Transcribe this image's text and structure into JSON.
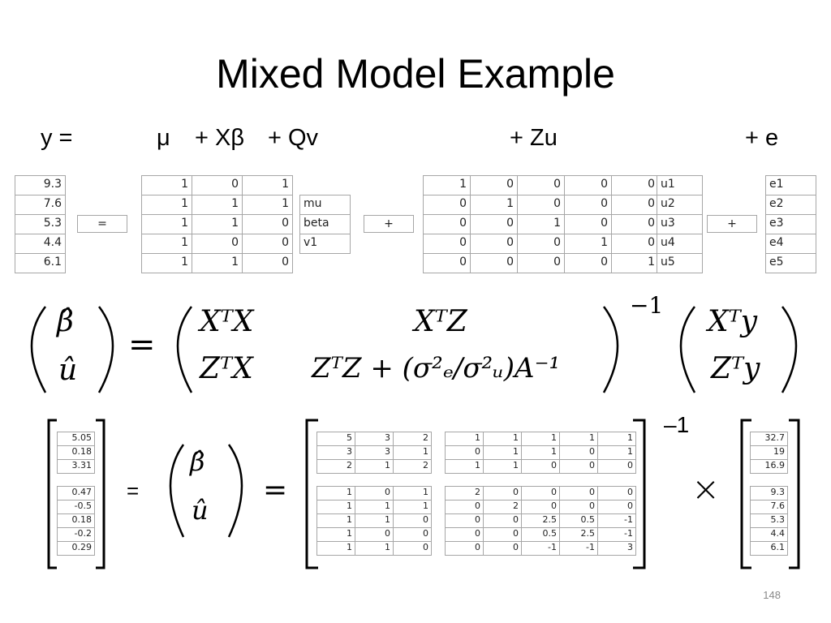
{
  "slide": {
    "title": "Mixed Model Example",
    "page_number": "148"
  },
  "model_equation": {
    "y": "y =",
    "mu": "μ",
    "xb": "+ Xβ",
    "qv": "+ Qv",
    "zu": "+ Zu",
    "e": "+ e"
  },
  "top_row": {
    "y": [
      "9.3",
      "7.6",
      "5.3",
      "4.4",
      "6.1"
    ],
    "eq_sign": "=",
    "X": [
      [
        "1",
        "0",
        "1"
      ],
      [
        "1",
        "1",
        "1"
      ],
      [
        "1",
        "1",
        "0"
      ],
      [
        "1",
        "0",
        "0"
      ],
      [
        "1",
        "1",
        "0"
      ]
    ],
    "beta": [
      "mu",
      "beta",
      "v1"
    ],
    "plus1": "+",
    "Z": [
      [
        "1",
        "0",
        "0",
        "0",
        "0"
      ],
      [
        "0",
        "1",
        "0",
        "0",
        "0"
      ],
      [
        "0",
        "0",
        "1",
        "0",
        "0"
      ],
      [
        "0",
        "0",
        "0",
        "1",
        "0"
      ],
      [
        "0",
        "0",
        "0",
        "0",
        "1"
      ]
    ],
    "u": [
      "u1",
      "u2",
      "u3",
      "u4",
      "u5"
    ],
    "plus2": "+",
    "e": [
      "e1",
      "e2",
      "e3",
      "e4",
      "e5"
    ]
  },
  "mme": {
    "lhs_top": "β̂",
    "lhs_bottom": "û",
    "equals": "=",
    "m11": "XᵀX",
    "m12": "XᵀZ",
    "m21": "ZᵀX",
    "m22": "ZᵀZ + (σ²ₑ/σ²ᵤ)A⁻¹",
    "inverse": "−1",
    "r1": "Xᵀy",
    "r2": "Zᵀy"
  },
  "solution": {
    "b_hat": [
      "5.05",
      "0.18",
      "3.31"
    ],
    "u_hat": [
      "0.47",
      "-0.5",
      "0.18",
      "-0.2",
      "0.29"
    ],
    "eq_sign": "=",
    "lhs_top": "β̂",
    "lhs_bottom": "û",
    "equals": "=",
    "XtX": [
      [
        "5",
        "3",
        "2"
      ],
      [
        "3",
        "3",
        "1"
      ],
      [
        "2",
        "1",
        "2"
      ]
    ],
    "XtZ": [
      [
        "1",
        "1",
        "1",
        "1",
        "1"
      ],
      [
        "0",
        "1",
        "1",
        "0",
        "1"
      ],
      [
        "1",
        "1",
        "0",
        "0",
        "0"
      ]
    ],
    "ZtX": [
      [
        "1",
        "0",
        "1"
      ],
      [
        "1",
        "1",
        "1"
      ],
      [
        "1",
        "1",
        "0"
      ],
      [
        "1",
        "0",
        "0"
      ],
      [
        "1",
        "1",
        "0"
      ]
    ],
    "ZtZ": [
      [
        "2",
        "0",
        "0",
        "0",
        "0"
      ],
      [
        "0",
        "2",
        "0",
        "0",
        "0"
      ],
      [
        "0",
        "0",
        "2.5",
        "0.5",
        "-1"
      ],
      [
        "0",
        "0",
        "0.5",
        "2.5",
        "-1"
      ],
      [
        "0",
        "0",
        "-1",
        "-1",
        "3"
      ]
    ],
    "inverse": "–1",
    "times": "×",
    "Xty": [
      "32.7",
      "19",
      "16.9"
    ],
    "Zty": [
      "9.3",
      "7.6",
      "5.3",
      "4.4",
      "6.1"
    ]
  }
}
